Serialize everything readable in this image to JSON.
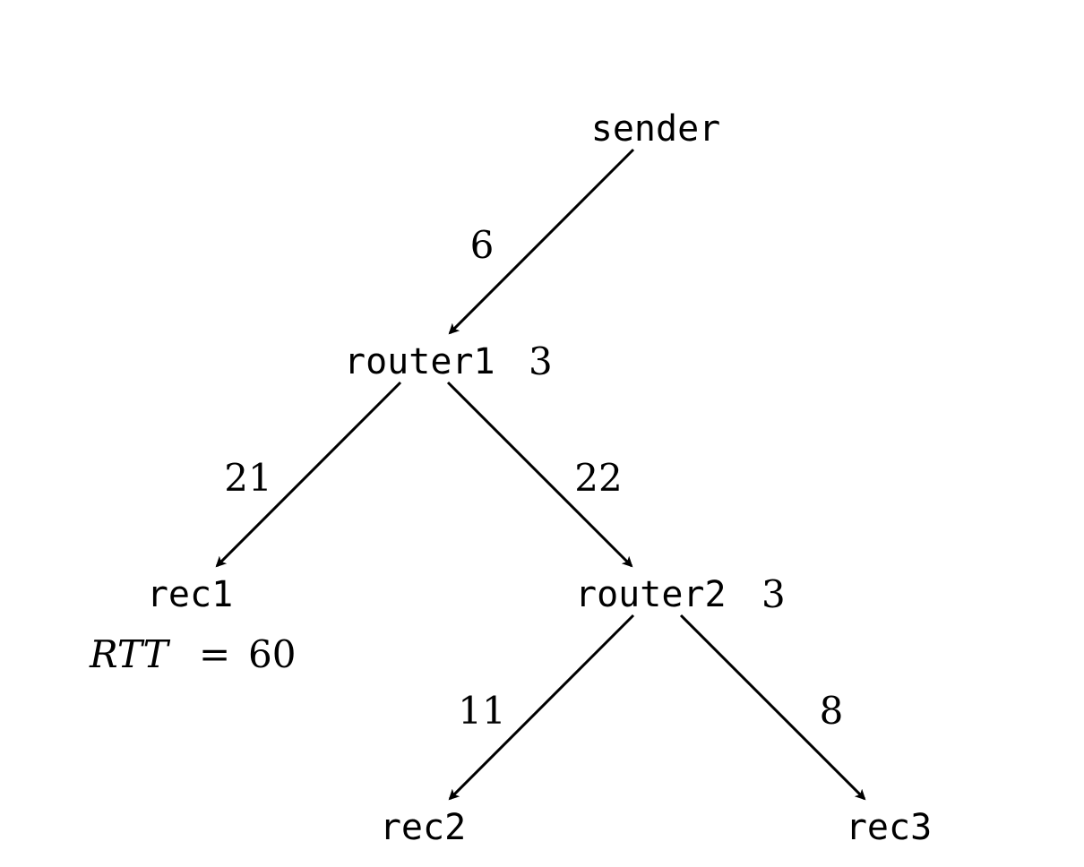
{
  "nodes": {
    "sender": {
      "name": "sender"
    },
    "router1": {
      "name": "router1",
      "value": "3"
    },
    "router2": {
      "name": "router2",
      "value": "3"
    },
    "rec1": {
      "name": "rec1",
      "rtt": {
        "label": "RTT",
        "equals": "=",
        "value": "60"
      }
    },
    "rec2": {
      "name": "rec2"
    },
    "rec3": {
      "name": "rec3"
    }
  },
  "edges": [
    {
      "from": "sender",
      "to": "router1",
      "weight": "6"
    },
    {
      "from": "router1",
      "to": "rec1",
      "weight": "21"
    },
    {
      "from": "router1",
      "to": "router2",
      "weight": "22"
    },
    {
      "from": "router2",
      "to": "rec2",
      "weight": "11"
    },
    {
      "from": "router2",
      "to": "rec3",
      "weight": "8"
    }
  ]
}
